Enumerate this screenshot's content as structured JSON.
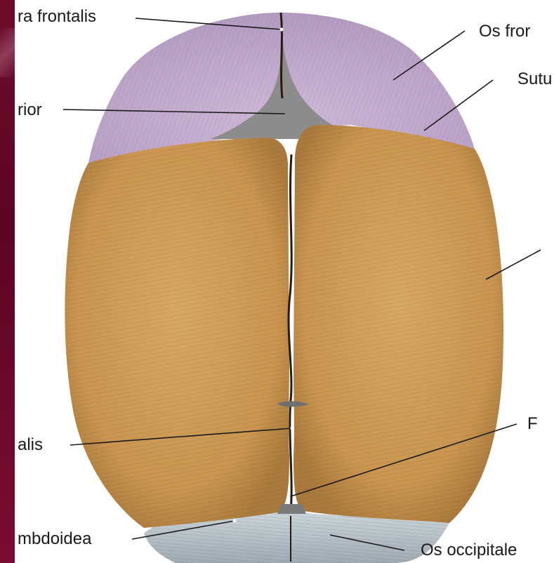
{
  "figure": {
    "labels": {
      "sutura_frontalis": "ra frontalis",
      "os_frontale": "Os fror",
      "sutura_coronalis": "Sutu",
      "fonticulus_anterior": "rior",
      "os_parietale": "",
      "sutura_sagittalis": "alis",
      "fonticulus_posterior": "F",
      "sutura_lambdoidea": "mbdoidea",
      "os_occipitale": "Os occipitale"
    },
    "colors": {
      "frontal_bone": "#c6aed0",
      "parietal_bone": "#cc9a55",
      "occipital_bone": "#bcc8ce",
      "fontanelle": "#8a8a8a",
      "frame_bar": "#6e0b2b"
    }
  }
}
